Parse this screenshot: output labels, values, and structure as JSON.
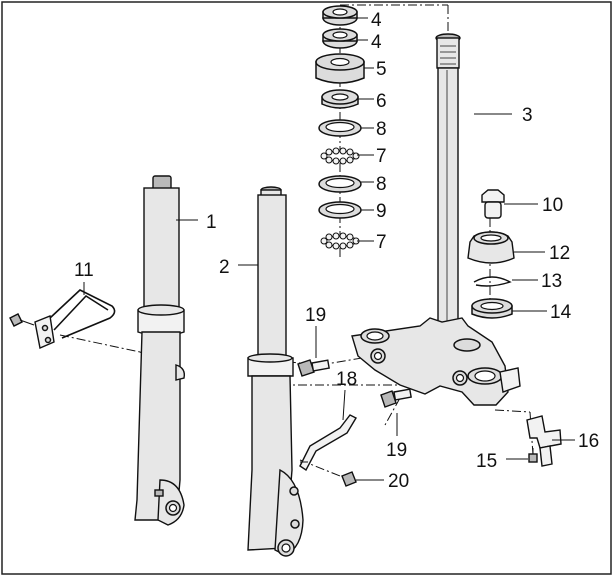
{
  "callouts": {
    "c1": "1",
    "c2": "2",
    "c3": "3",
    "c4a": "4",
    "c4b": "4",
    "c5": "5",
    "c6": "6",
    "c7a": "7",
    "c7b": "7",
    "c8a": "8",
    "c8b": "8",
    "c9": "9",
    "c10": "10",
    "c11": "11",
    "c12": "12",
    "c13": "13",
    "c14": "14",
    "c15": "15",
    "c16": "16",
    "c18": "18",
    "c19a": "19",
    "c19b": "19",
    "c20": "20"
  }
}
